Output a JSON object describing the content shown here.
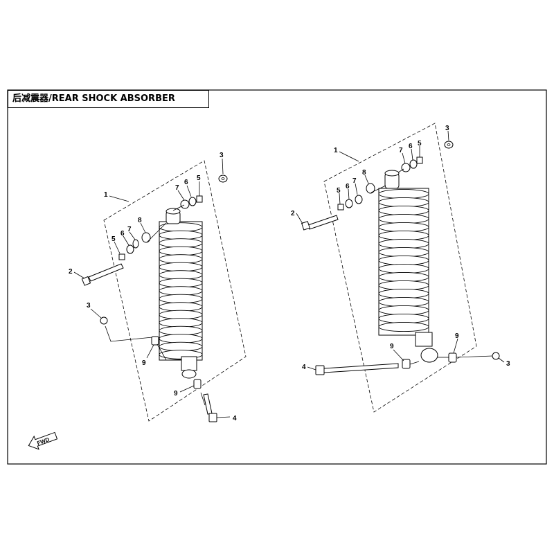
{
  "title": "后减震器/REAR SHOCK ABSORBER",
  "fwd_label": "FWD",
  "callouts": {
    "c1": "1",
    "c2": "2",
    "c3": "3",
    "c4": "4",
    "c5": "5",
    "c6": "6",
    "c7": "7",
    "c8": "8",
    "c9": "9"
  }
}
